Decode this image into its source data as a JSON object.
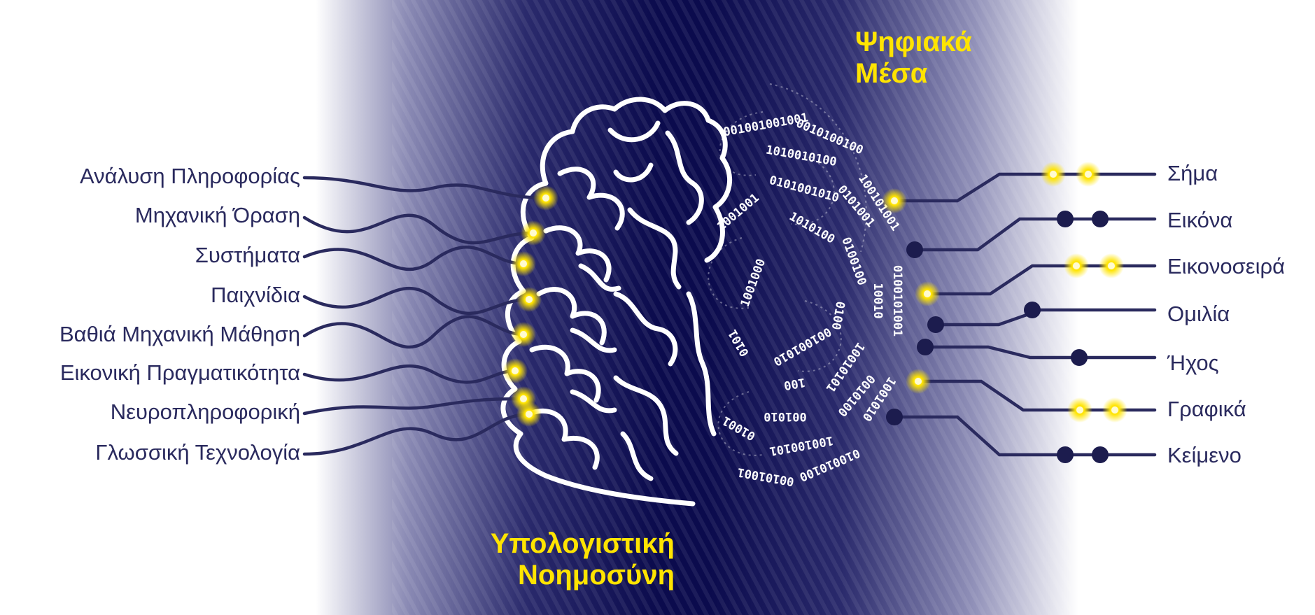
{
  "colors": {
    "navy": "#0d0d4f",
    "line": "#2a2a5e",
    "glow": "#ffe400",
    "brain": "#ffffff"
  },
  "titles": {
    "computational_intelligence": [
      "Υπολογιστική",
      "Νοημοσύνη"
    ],
    "digital_media": [
      "Ψηφιακά",
      "Μέσα"
    ]
  },
  "left_labels": [
    "Ανάλυση Πληροφορίας",
    "Μηχανική Όραση",
    "Συστήματα",
    "Παιχνίδια",
    "Βαθιά Μηχανική Μάθηση",
    "Εικονική Πραγματικότητα",
    "Νευροπληροφορική",
    "Γλωσσική Τεχνολογία"
  ],
  "right_labels": [
    "Σήμα",
    "Εικόνα",
    "Εικονοσειρά",
    "Ομιλία",
    "Ήχος",
    "Γραφικά",
    "Κείμενο"
  ],
  "binary_strings": [
    "001001001001",
    "0010100100",
    "100101001",
    "0100101001",
    "1001010",
    "010010100",
    "00101001",
    "1010010100",
    "0101001",
    "10010",
    "0010100",
    "100100101",
    "01001",
    "1001001",
    "0101001010",
    "0100100",
    "10010101",
    "001010",
    "1010100",
    "0100",
    "100",
    "0101",
    "1001000",
    "001001010"
  ]
}
